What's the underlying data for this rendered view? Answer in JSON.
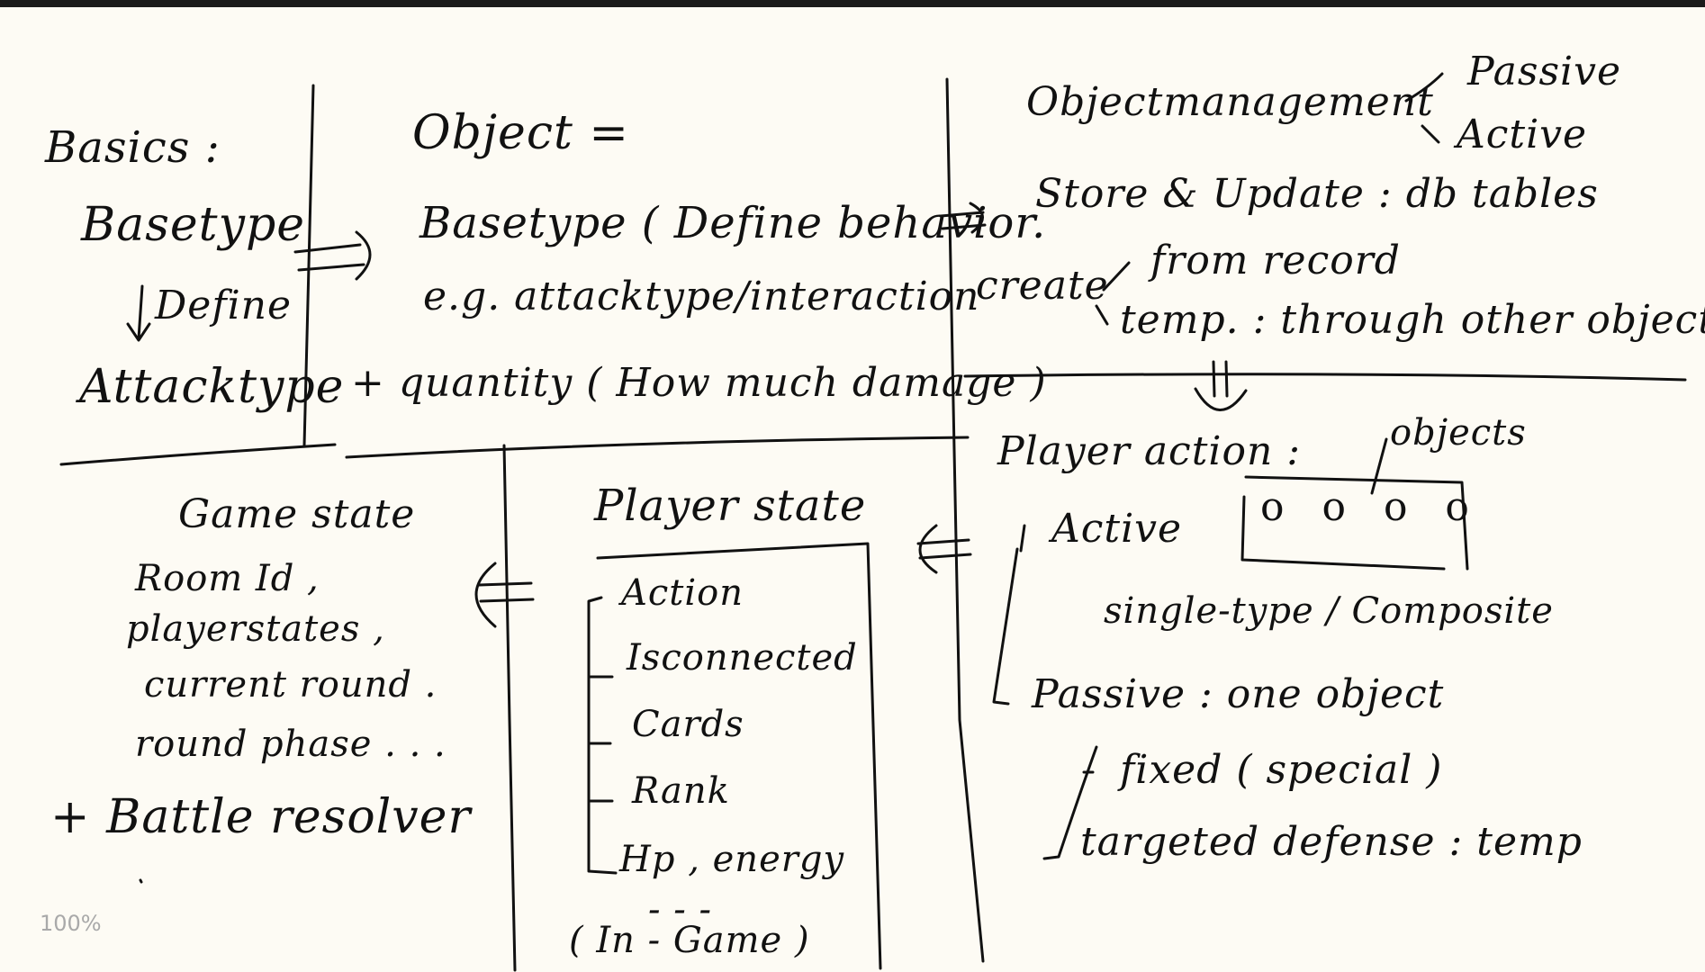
{
  "zoom": "100%",
  "basics": {
    "heading": "Basics :",
    "basetype": "Basetype",
    "define": "Define",
    "attacktype": "Attacktype"
  },
  "object": {
    "heading": "Object  =",
    "line1": "Basetype ( Define behavior.",
    "line2": "e.g. attacktype/interaction",
    "line3": "+  quantity ( How much damage )"
  },
  "object_management": {
    "heading": "Objectmanagement",
    "passive": "Passive",
    "active": "Active",
    "store": "Store & Update  :  db tables",
    "create": "create",
    "from_record": "from record",
    "temp": "temp.  : through other objects"
  },
  "game_state": {
    "heading": "Game state",
    "items": [
      "Room Id ,",
      "playerstates ,",
      "current round .",
      "round phase . . ."
    ],
    "battle_resolver": "+ Battle resolver"
  },
  "player_state": {
    "heading": "Player state",
    "items": [
      "Action",
      "Isconnected",
      "Cards",
      "Rank",
      "Hp , energy"
    ],
    "ellipsis": "- - -",
    "footer": "( In - Game )"
  },
  "player_action": {
    "heading": "Player action :",
    "objects_label": "objects",
    "active": "Active",
    "active_note": "single-type / Composite",
    "passive": "Passive  :  one object",
    "fixed": "fixed ( special )",
    "targeted": "targeted defense : temp"
  }
}
